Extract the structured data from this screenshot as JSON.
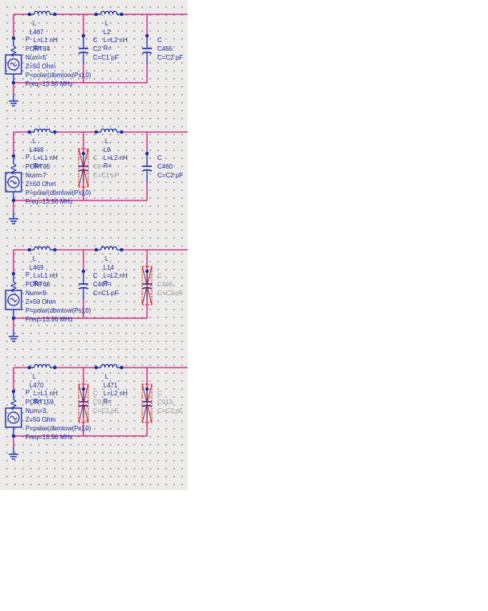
{
  "colors": {
    "wire": "#cc1177",
    "component": "#1a2aa8",
    "label": "#1a2aa8",
    "disabled_label": "#9a9a9a",
    "disabled_mark": "#dd1111"
  },
  "circuits": [
    {
      "port": {
        "type": "P",
        "name": "PORT64",
        "num": "Num=5",
        "z": "Z=50 Ohm",
        "p": "P=polar(dbmtow(Ps),0)",
        "freq": "Freq=13.56 MHz"
      },
      "ind1": {
        "type": "L",
        "name": "L467",
        "value": "L=L1 nH",
        "r": "R="
      },
      "ind2": {
        "type": "L",
        "name": "L2",
        "value": "L=L2 nH",
        "r": "R="
      },
      "cap1": {
        "type": "C",
        "name": "C2",
        "value": "C=C1 pF",
        "disabled": false
      },
      "cap2": {
        "type": "C",
        "name": "C465",
        "value": "C=C2 pF",
        "disabled": false
      }
    },
    {
      "port": {
        "type": "P",
        "name": "PORT65",
        "num": "Num=7",
        "z": "Z=50 Ohm",
        "p": "P=polar(dbmtow(Ps),0)",
        "freq": "Freq=13.56 MHz"
      },
      "ind1": {
        "type": "L",
        "name": "L468",
        "value": "L=L1 nH",
        "r": "R="
      },
      "ind2": {
        "type": "L",
        "name": "L8",
        "value": "L=L2 nH",
        "r": "R="
      },
      "cap1": {
        "type": "C",
        "name": "C6",
        "value": "C=C1 pF",
        "disabled": true
      },
      "cap2": {
        "type": "C",
        "name": "C460",
        "value": "C=C2 pF",
        "disabled": false
      }
    },
    {
      "port": {
        "type": "P",
        "name": "PORT66",
        "num": "Num=9",
        "z": "Z=50 Ohm",
        "p": "P=polar(dbmtow(Ps),0)",
        "freq": "Freq=13.56 MHz"
      },
      "ind1": {
        "type": "L",
        "name": "L469",
        "value": "L=L1 nH",
        "r": "R="
      },
      "ind2": {
        "type": "L",
        "name": "L14",
        "value": "L=L2 nH",
        "r": "R="
      },
      "cap1": {
        "type": "C",
        "name": "C467",
        "value": "C=C1 pF",
        "disabled": false
      },
      "cap2": {
        "type": "C",
        "name": "C466",
        "value": "C=C2 pF",
        "disabled": true
      }
    },
    {
      "port": {
        "type": "P",
        "name": "PORT159",
        "num": "Num=3",
        "z": "Z=50 Ohm",
        "p": "P=polar(dbmtow(Ps),0)",
        "freq": "Freq=13.56 MHz"
      },
      "ind1": {
        "type": "L",
        "name": "L470",
        "value": "L=L1 nH",
        "r": "R="
      },
      "ind2": {
        "type": "L",
        "name": "L471",
        "value": "L=L2 nH",
        "r": "R="
      },
      "cap1": {
        "type": "C",
        "name": "C912",
        "value": "C=C1 pF",
        "disabled": true
      },
      "cap2": {
        "type": "C",
        "name": "C913",
        "value": "C=C2 pF",
        "disabled": true
      }
    }
  ]
}
